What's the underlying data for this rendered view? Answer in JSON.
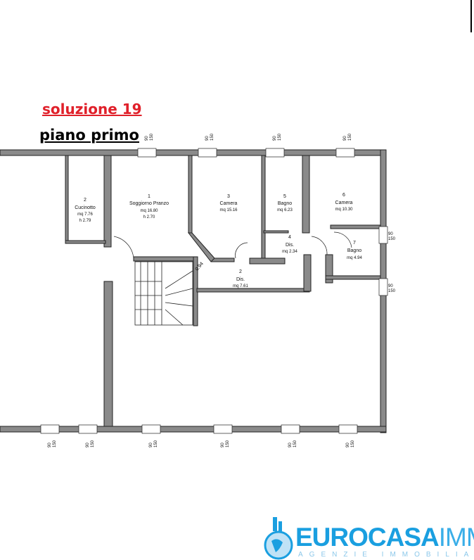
{
  "titles": {
    "solution": "soluzione 19",
    "floor": "piano primo"
  },
  "colors": {
    "solution": "#e0202a",
    "wall": "#8a8a8a",
    "brand": "#1a9fe0"
  },
  "rooms": [
    {
      "num": "1",
      "name": "Soggiorno Pranzo",
      "area": "mq 16.80",
      "height": "h 2.70"
    },
    {
      "num": "2",
      "name": "Cucinotto",
      "area": "mq 7.76",
      "height": "h 2.79"
    },
    {
      "num": "3",
      "name": "Camera",
      "area": "mq 15.16"
    },
    {
      "num": "5",
      "name": "Bagno",
      "area": "mq 6.23"
    },
    {
      "num": "6",
      "name": "Camera",
      "area": "mq 10.30"
    },
    {
      "num": "4",
      "name": "Dis.",
      "area": "mq 2.34"
    },
    {
      "num": "7",
      "name": "Bagno",
      "area": "mq 4.94"
    },
    {
      "num": "2",
      "name": "Dis.",
      "area": "mq 7.61"
    }
  ],
  "dimension": "0.94",
  "window_label": {
    "w": "90",
    "h": "150"
  },
  "logo": {
    "brand": "EUROCASA",
    "suffix": "IMM",
    "tagline": "AGENZIE IMMOBILIARI"
  }
}
